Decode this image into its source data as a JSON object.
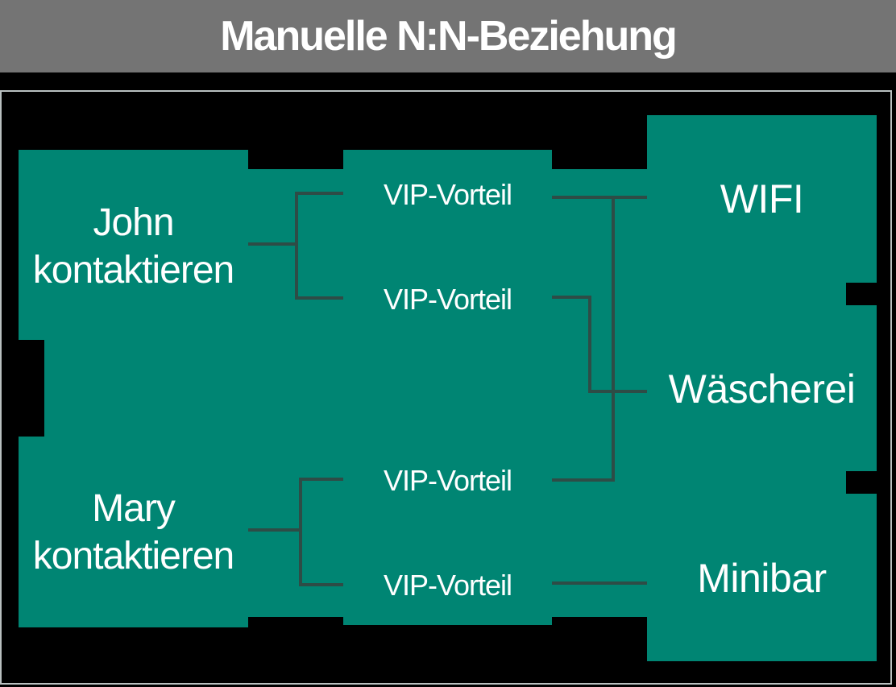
{
  "header": {
    "title": "Manuelle N:N-Beziehung"
  },
  "diagram": {
    "tasks": [
      {
        "lines": [
          "John",
          "kontaktieren"
        ]
      },
      {
        "lines": [
          "Mary",
          "kontaktieren"
        ]
      }
    ],
    "intersections": [
      {
        "label": "VIP-Vorteil"
      },
      {
        "label": "VIP-Vorteil"
      },
      {
        "label": "VIP-Vorteil"
      },
      {
        "label": "VIP-Vorteil"
      }
    ],
    "benefits": [
      {
        "label": "WIFI"
      },
      {
        "label": "Wäscherei"
      },
      {
        "label": "Minibar"
      }
    ],
    "connections": [
      {
        "from": "John kontaktieren",
        "to": "VIP-Vorteil #1"
      },
      {
        "from": "John kontaktieren",
        "to": "VIP-Vorteil #2"
      },
      {
        "from": "Mary kontaktieren",
        "to": "VIP-Vorteil #3"
      },
      {
        "from": "Mary kontaktieren",
        "to": "VIP-Vorteil #4"
      },
      {
        "from": "VIP-Vorteil #1",
        "to": "WIFI"
      },
      {
        "from": "VIP-Vorteil #2",
        "to": "Wäscherei"
      },
      {
        "from": "VIP-Vorteil #3",
        "to": "WIFI"
      },
      {
        "from": "VIP-Vorteil #4",
        "to": "Minibar"
      }
    ]
  },
  "colors": {
    "background": "#000000",
    "header_bar": "#747474",
    "box_teal": "#008573",
    "connector_line": "#2e4c46",
    "frame_border": "#b9c0c0",
    "text": "#ffffff"
  }
}
